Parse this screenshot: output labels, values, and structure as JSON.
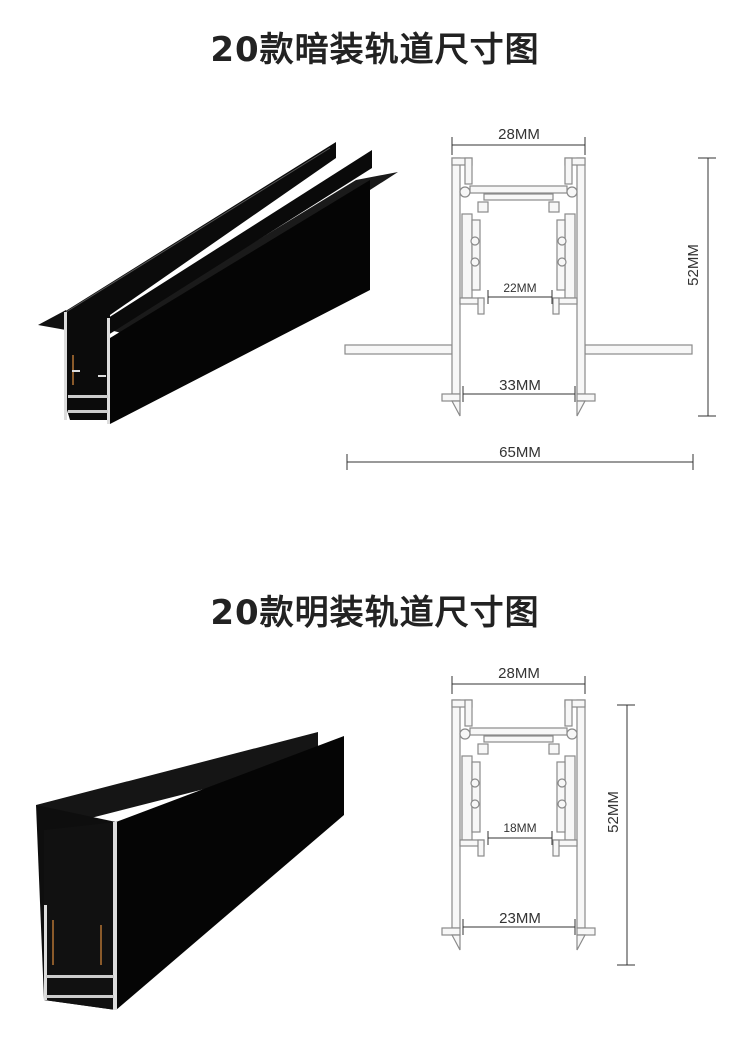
{
  "section_recessed": {
    "title": "20款暗装轨道尺寸图",
    "dims": {
      "top_width": "28MM",
      "height": "52MM",
      "inner_width": "22MM",
      "opening_width": "33MM",
      "flange_width": "65MM"
    }
  },
  "section_surface": {
    "title": "20款明装轨道尺寸图",
    "dims": {
      "top_width": "28MM",
      "height": "52MM",
      "inner_width": "18MM",
      "opening_width": "23MM"
    }
  },
  "colors": {
    "profile_stroke": "#8a8a8a",
    "profile_fill": "#f7f7f7",
    "product": "#0b0b0b",
    "dim_line": "#333333",
    "title": "#222222"
  }
}
